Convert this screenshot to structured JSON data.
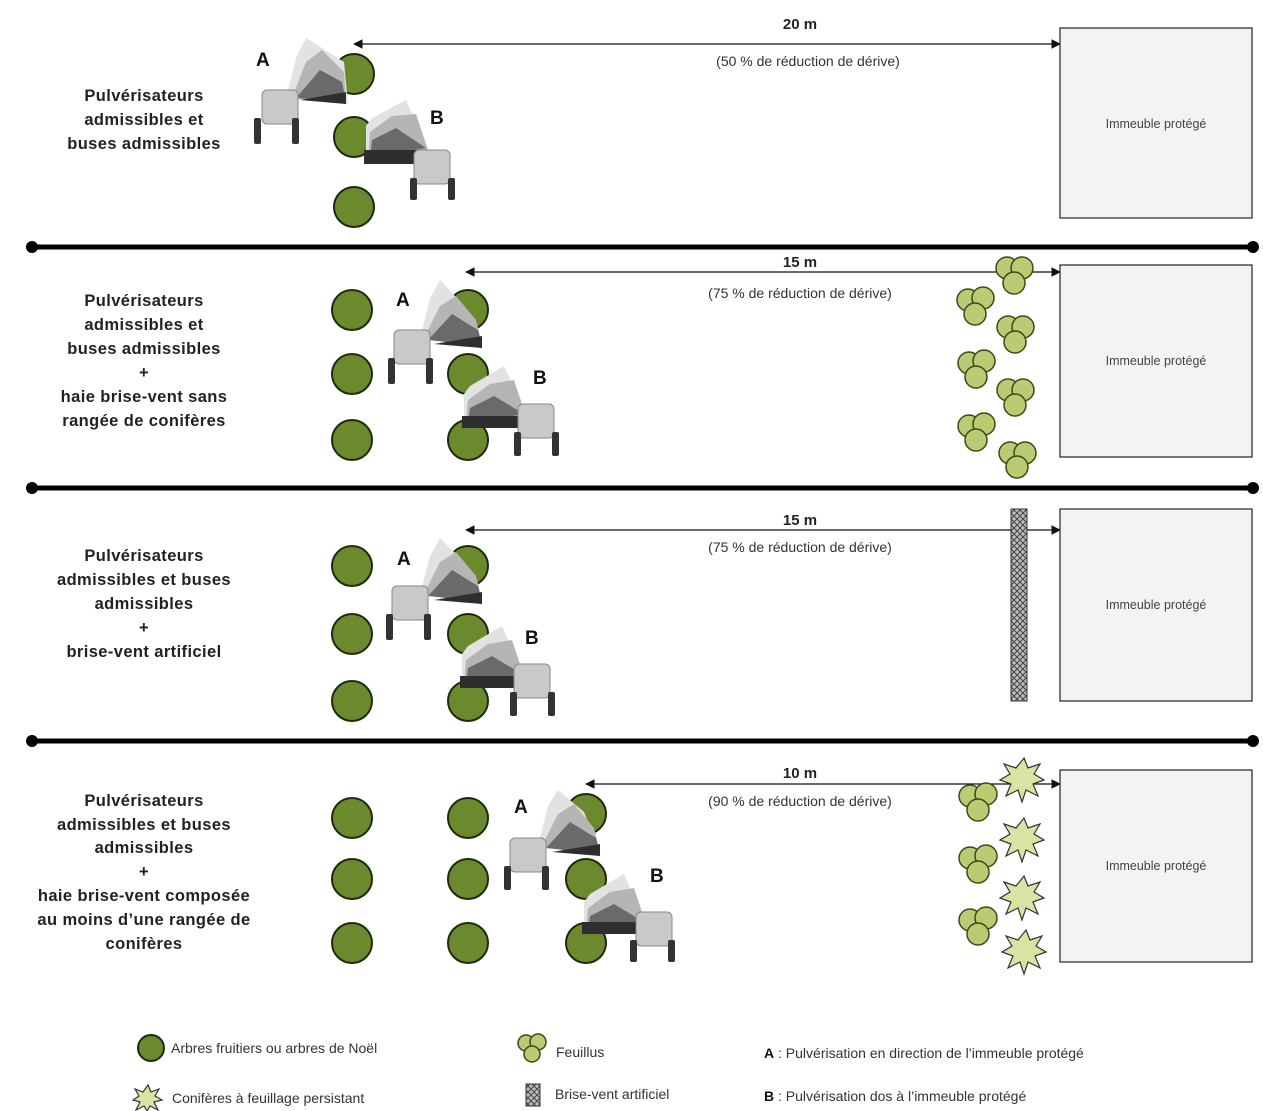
{
  "panels": [
    {
      "label_lines": [
        "Pulvérisateurs",
        "admissibles et",
        "buses admissibles"
      ],
      "distance": "20 m",
      "reduction": "(50 % de réduction de dérive)",
      "building": "Immeuble protégé",
      "barrier": "none"
    },
    {
      "label_lines": [
        "Pulvérisateurs",
        "admissibles et",
        "buses admissibles",
        "+",
        "haie brise-vent sans",
        "rangée de conifères"
      ],
      "distance": "15 m",
      "reduction": "(75 % de réduction de dérive)",
      "building": "Immeuble protégé",
      "barrier": "feuillus"
    },
    {
      "label_lines": [
        "Pulvérisateurs",
        "admissibles et buses",
        "admissibles",
        "+",
        "brise-vent artificiel"
      ],
      "distance": "15 m",
      "reduction": "(75 % de réduction de dérive)",
      "building": "Immeuble protégé",
      "barrier": "artificiel"
    },
    {
      "label_lines": [
        "Pulvérisateurs",
        "admissibles et buses",
        "admissibles",
        "+",
        "haie brise-vent composée",
        "au moins d’une rangée de",
        "conifères"
      ],
      "distance": "10 m",
      "reduction": "(90 % de réduction de dérive)",
      "building": "Immeuble protégé",
      "barrier": "mixte"
    }
  ],
  "markers": {
    "a": "A",
    "b": "B"
  },
  "legend": {
    "trees": "Arbres fruitiers ou arbres de Noël",
    "conifers": "Conifères à feuillage persistant",
    "deciduous": "Feuillus",
    "artificial": "Brise-vent artificiel",
    "a_key": "A",
    "a_text": " : Pulvérisation en direction de l’immeuble protégé",
    "b_key": "B",
    "b_text": " : Pulvérisation dos à l’immeuble protégé"
  },
  "colors": {
    "tree_fill": "#6b8a2d",
    "tree_stroke": "#1e2a0c",
    "deciduous_fill": "#b9cc74",
    "conifer_fill": "#d9e3a3",
    "building_fill": "#f3f3f3",
    "divider": "#000000"
  }
}
